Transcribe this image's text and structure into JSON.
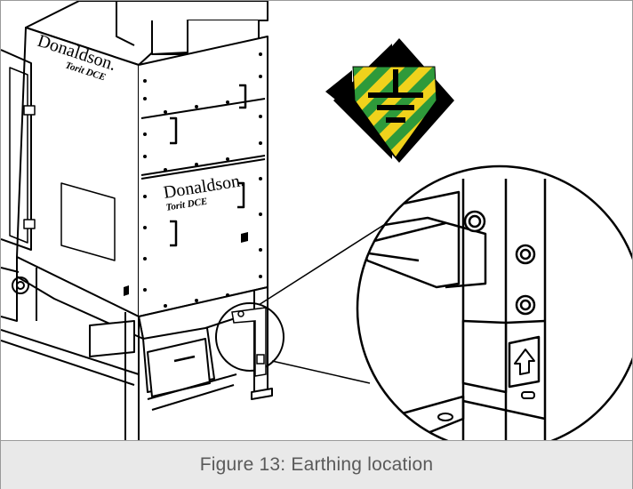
{
  "figure": {
    "caption": "Figure 13: Earthing location",
    "brand_text": "Donaldson.",
    "model_text": "Torit DCE"
  },
  "colors": {
    "symbol_green": "#2e9a3a",
    "symbol_yellow": "#f0d21c",
    "arrow_black": "#000000",
    "caption_bg": "#e9e9e9",
    "caption_text": "#5a5a5a"
  },
  "icons": {
    "earthing": "earth-ground-symbol",
    "direction": "arrow-pointer"
  }
}
